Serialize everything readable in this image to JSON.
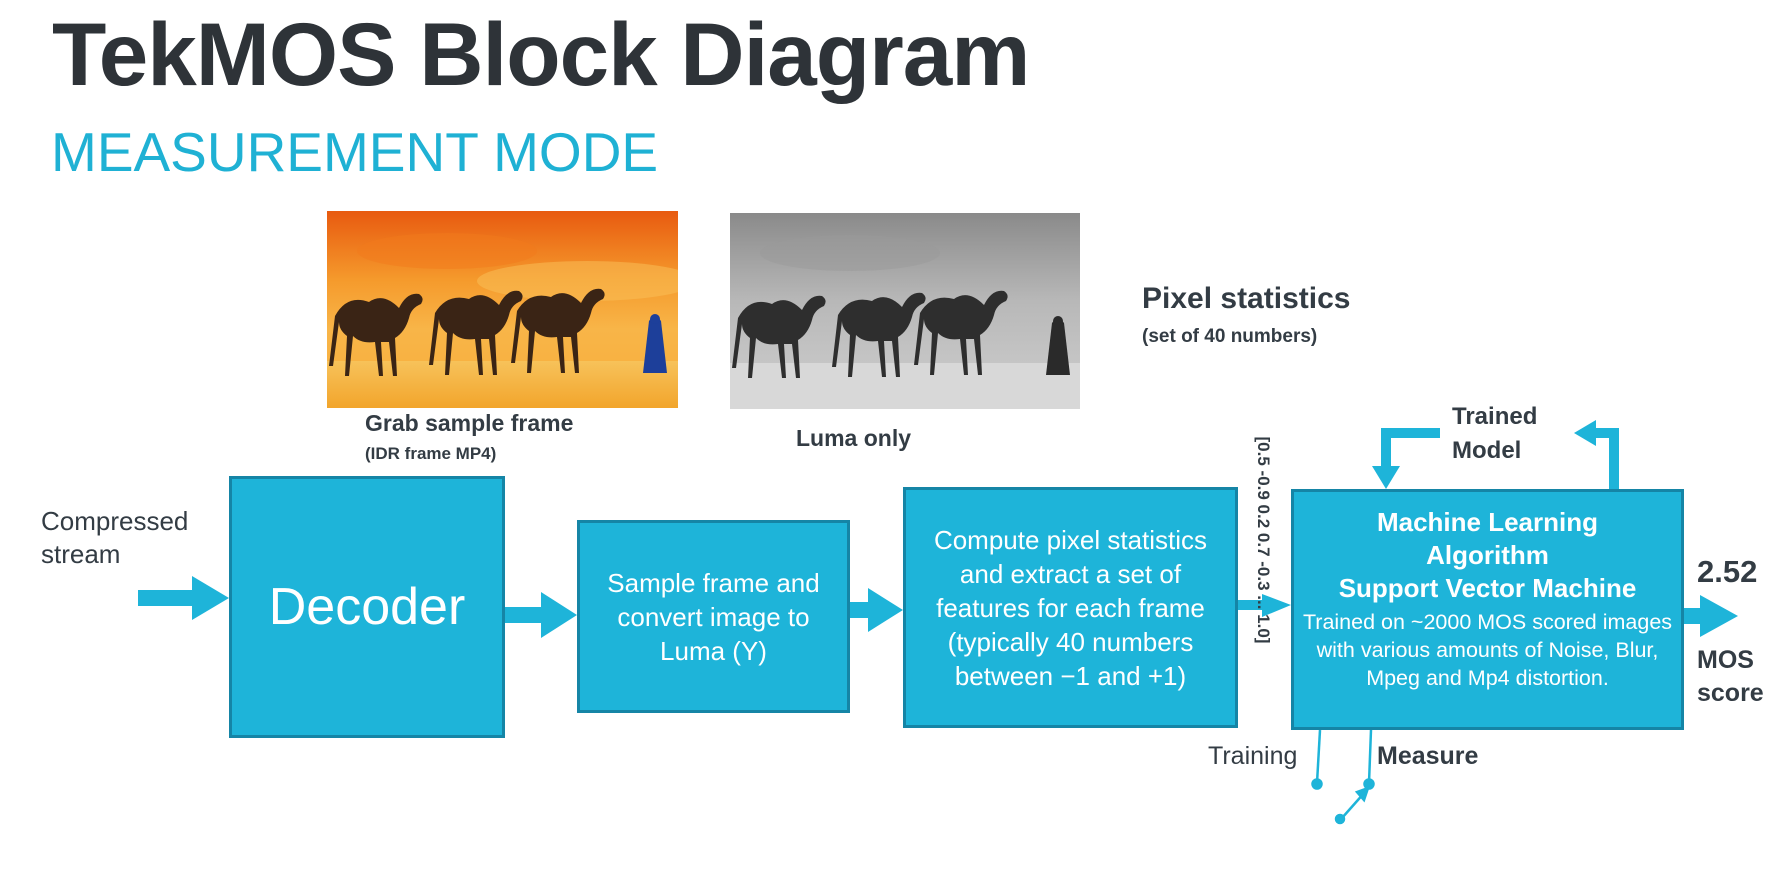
{
  "header": {
    "title": "TekMOS Block Diagram",
    "subtitle": "MEASUREMENT MODE"
  },
  "colors": {
    "accent": "#1eb4d9",
    "box_border": "#1585a6",
    "title": "#2e3338",
    "subtitle": "#1fb1d4",
    "text": "#333c44"
  },
  "diagram": {
    "input_label_line1": "Compressed",
    "input_label_line2": "stream",
    "decoder_label": "Decoder",
    "sample_box_label": "Sample frame and convert image to Luma (Y)",
    "compute_box_label": "Compute pixel statistics and extract a set of features for each frame (typically 40 numbers between −1 and +1)",
    "grab_label": "Grab sample frame",
    "grab_sublabel": "(IDR frame MP4)",
    "luma_label": "Luma only",
    "pixel_stats_label": "Pixel statistics",
    "pixel_stats_sublabel": "(set of 40 numbers)",
    "feature_vector": "[0.5 -0.9 0.2 0.7 -0.3 ... 1.0]",
    "ml_title_line1": "Machine Learning",
    "ml_title_line2": "Algorithm",
    "ml_title_line3": "Support Vector Machine",
    "ml_description": "Trained on ~2000 MOS scored images with various amounts of Noise, Blur, Mpeg and Mp4 distortion.",
    "trained_model_line1": "Trained",
    "trained_model_line2": "Model",
    "score_value": "2.52",
    "score_label_line1": "MOS",
    "score_label_line2": "score",
    "switch_training_label": "Training",
    "switch_measure_label": "Measure"
  },
  "images": {
    "color_frame": "desert-camels-color-photo",
    "luma_frame": "desert-camels-grayscale-photo"
  }
}
